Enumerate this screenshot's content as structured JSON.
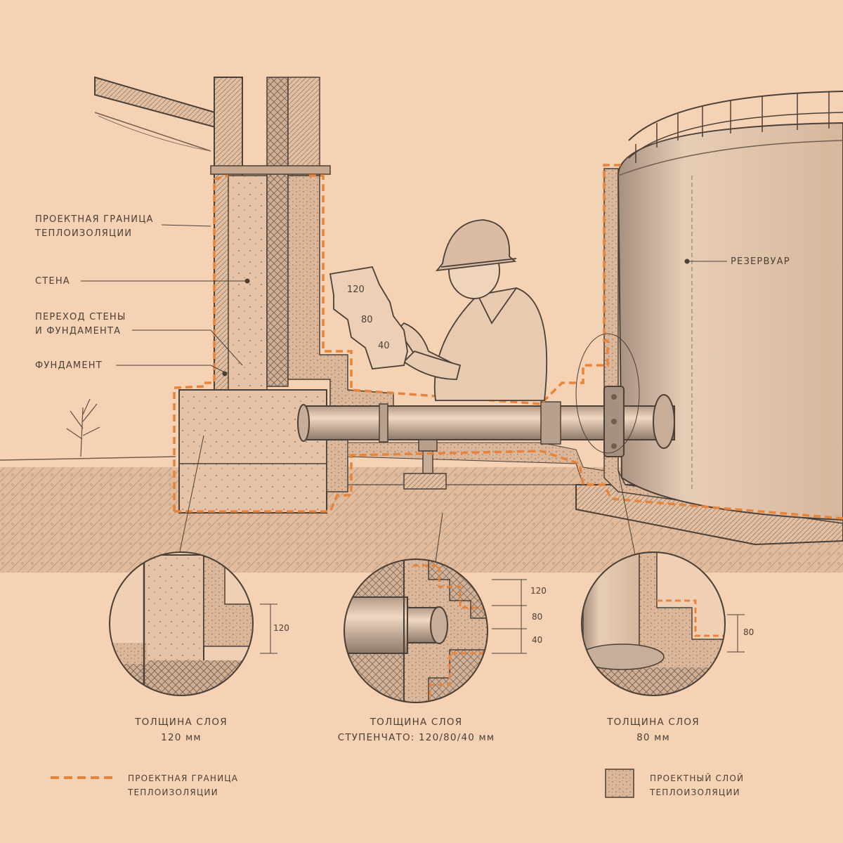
{
  "callouts": {
    "boundary": [
      "ПРОЕКТНАЯ ГРАНИЦА",
      "ТЕПЛОИЗОЛЯЦИИ"
    ],
    "wall": "СТЕНА",
    "transition": [
      "ПЕРЕХОД СТЕНЫ",
      "И ФУНДАМЕНТА"
    ],
    "foundation": "ФУНДАМЕНТ",
    "tank": "РЕЗЕРВУАР"
  },
  "sheet": {
    "values": [
      "120",
      "80",
      "40"
    ]
  },
  "details": [
    {
      "dims": [
        "120"
      ],
      "caption": [
        "ТОЛЩИНА СЛОЯ",
        "120 мм"
      ]
    },
    {
      "dims": [
        "120",
        "80",
        "40"
      ],
      "caption": [
        "ТОЛЩИНА СЛОЯ",
        "СТУПЕНЧАТО: 120/80/40 мм"
      ]
    },
    {
      "dims": [
        "80"
      ],
      "caption": [
        "ТОЛЩИНА СЛОЯ",
        "80 мм"
      ]
    }
  ],
  "legend": {
    "boundary": [
      "ПРОЕКТНАЯ ГРАНИЦА",
      "ТЕПЛОИЗОЛЯЦИИ"
    ],
    "layer": [
      "ПРОЕКТНЫЙ СЛОЙ",
      "ТЕПЛОИЗОЛЯЦИИ"
    ]
  },
  "colors": {
    "paper": "#f6d2b4",
    "pencil": "#4a4038",
    "boundary_orange": "#e8843a",
    "insulation": "#dcb79a"
  }
}
